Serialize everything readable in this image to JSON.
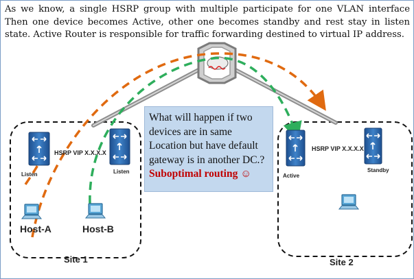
{
  "intro_text": "As we know, a single HSRP group with multiple participate for one VLAN interface Then one device becomes Active, other one becomes standby and rest stay in listen state. Active Router is responsible for traffic forwarding destined to virtual IP address.",
  "callout": {
    "question": "What will happen if two devices are in same Location but have default gateway is in another DC.?",
    "emphasis": "Suboptimal routing ☺"
  },
  "site1": {
    "label": "Site 1",
    "vip_label": "HSRP VIP X.X.X.X",
    "switch_left_state": "Listen",
    "switch_right_state": "Listen",
    "host_a": "Host-A",
    "host_b": "Host-B"
  },
  "site2": {
    "label": "Site 2",
    "vip_label": "HSRP VIP X.X.X.X",
    "switch_left_state": "Active",
    "switch_right_state": "Standby"
  },
  "colors": {
    "orange_path": "#e06a10",
    "green_path": "#2eae5c",
    "switch_body": "#2d6db3",
    "callout_bg": "#c3d8ee",
    "emphasis": "#c00000"
  }
}
